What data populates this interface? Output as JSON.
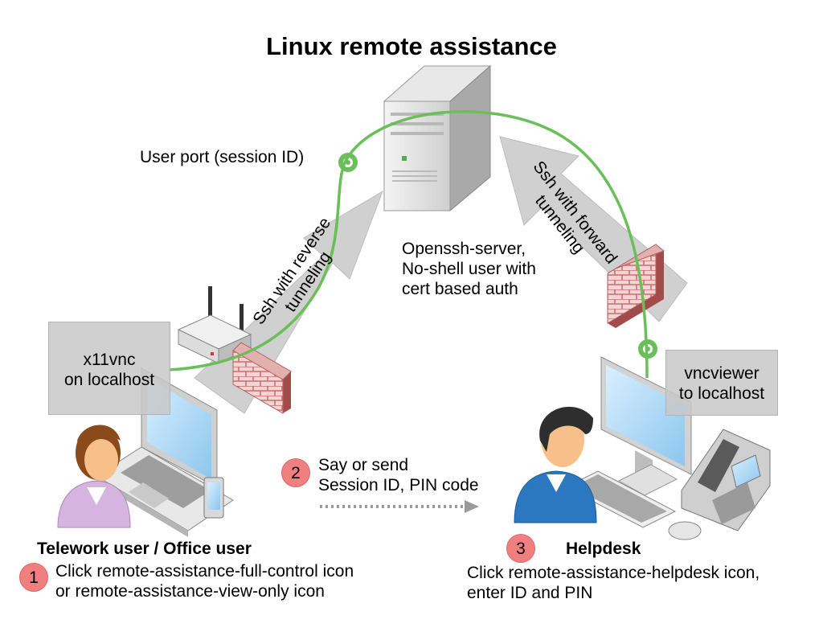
{
  "title": "Linux remote assistance",
  "labels": {
    "user_port": "User port (session ID)",
    "server_desc": [
      "Openssh-server,",
      "No-shell user with",
      "cert based auth"
    ],
    "x11vnc": [
      "x11vnc",
      "on localhost"
    ],
    "vncviewer": [
      "vncviewer",
      "to localhost"
    ],
    "ssh_reverse": [
      "Ssh with reverse",
      "tunneling"
    ],
    "ssh_forward": [
      "Ssh with forward",
      "tunneling"
    ],
    "say_send": [
      "Say or send",
      "Session ID, PIN code"
    ]
  },
  "steps": [
    {
      "number": "1",
      "text": [
        "Click remote-assistance-full-control icon",
        "or remote-assistance-view-only icon"
      ]
    },
    {
      "number": "2"
    },
    {
      "number": "3",
      "text": [
        "Click remote-assistance-helpdesk icon,",
        "enter ID and PIN"
      ]
    }
  ],
  "actors": {
    "telework": "Telework user / Office user",
    "helpdesk": "Helpdesk"
  },
  "colors": {
    "tunnel_line": "#6bbf5a",
    "step_badge": "#f08080",
    "firewall": "#d98a8a",
    "arrow_fill": "#cfcfcf",
    "helpdesk_shirt": "#2b77c0",
    "user_shirt": "#d6b4e0"
  },
  "icons": [
    "server-icon",
    "router-icon",
    "firewall-icon",
    "laptop-icon",
    "phone-icon",
    "desktop-monitor-icon",
    "keyboard-icon",
    "mouse-icon",
    "desk-phone-icon",
    "user-avatar-icon",
    "helpdesk-avatar-icon",
    "port-plug-icon"
  ]
}
